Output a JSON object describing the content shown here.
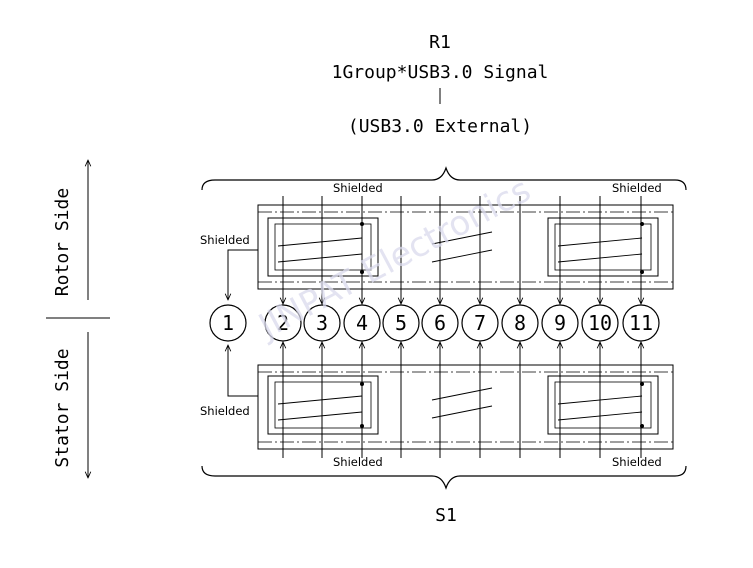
{
  "title": {
    "line1": "R1",
    "line2": "1Group*USB3.0  Signal",
    "line3": "(USB3.0  External)"
  },
  "bottom_label": "S1",
  "side_labels": {
    "rotor": "Rotor  Side",
    "stator": "Stator  Side"
  },
  "shielded": "Shielded",
  "watermark": "JINPAT Electronics",
  "rings": [
    "1",
    "2",
    "3",
    "4",
    "5",
    "6",
    "7",
    "8",
    "9",
    "10",
    "11"
  ]
}
